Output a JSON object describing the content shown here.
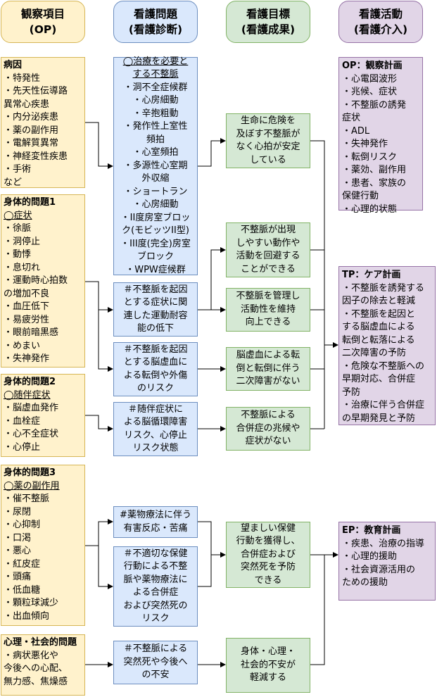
{
  "headers": {
    "op": [
      "観察項目",
      "(OP)"
    ],
    "problem": [
      "看護問題",
      "(看護診断)"
    ],
    "goal": [
      "看護目標",
      "(看護成果)"
    ],
    "action": [
      "看護活動",
      "(看護介入)"
    ]
  },
  "op_boxes": {
    "etiology": {
      "title": "病因",
      "lines": [
        "・特発性",
        "・先天性伝導路",
        "異常心疾患",
        "・内分泌疾患",
        "・薬の副作用",
        "・電解質異常",
        "・神経変性疾患",
        "・手術",
        "など"
      ]
    },
    "physical1": {
      "title": "身体的問題1",
      "subtitle": "◯症状",
      "lines": [
        "・徐脈",
        "・洞停止",
        "・動悸",
        "・息切れ",
        "・運動時心拍数",
        "の増加不良",
        "・血圧低下",
        "・易疲労性",
        "・眼前暗黒感",
        "・めまい",
        "・失神発作"
      ]
    },
    "physical2": {
      "title": "身体的問題2",
      "subtitle": "◯随伴症状",
      "lines": [
        "・脳虚血発作",
        "・血栓症",
        "・心不全症状",
        "・心停止"
      ]
    },
    "physical3": {
      "title": "身体的問題3",
      "subtitle": "◯薬の副作用",
      "lines": [
        "・催不整脈",
        "・尿閉",
        "・心抑制",
        "・口渇",
        "・悪心",
        "・紅皮症",
        "・頭痛",
        "・低血糖",
        "・顆粒球減少",
        "・出血傾向"
      ]
    },
    "psychosocial": {
      "title": "心理・社会的問題",
      "lines": [
        "・病状悪化や",
        "今後への心配、",
        "無力感、焦燥感"
      ]
    }
  },
  "problems": {
    "p1": [
      "◯治療を必要と",
      "する不整脈",
      "・洞不全症候群",
      "・心房細動",
      "・辛抱粗動",
      "・発作性上室性",
      "頻拍",
      "・心室頻拍",
      "・多源性心室期",
      "外収縮",
      "・ショートラン",
      "・心房細動",
      "・II度房室ブロッ",
      "ク(モビッツII型)",
      "・III度(完全)房室",
      "ブロック",
      "・WPW症候群"
    ],
    "p2": [
      "＃不整脈を起因",
      "とする症状に関",
      "連した運動耐容",
      "能の低下"
    ],
    "p3": [
      "＃不整脈を起因",
      "とする脳虚血に",
      "よる転倒や外傷",
      "のリスク"
    ],
    "p4": [
      "＃随伴症状に",
      "よる脳循環障害",
      "リスク、心停止",
      "リスク状態"
    ],
    "p5": [
      "#薬物療法に伴う",
      "有害反応・苦痛"
    ],
    "p6": [
      "＃不適切な保健",
      "行動による不整",
      "脈や薬物療法に",
      "よる合併症",
      "および突然死の",
      "リスク"
    ],
    "p7": [
      "＃不整脈による",
      "突然死や今後へ",
      "の不安"
    ]
  },
  "goals": {
    "g1": [
      "生命に危険を",
      "及ぼす不整脈が",
      "なく心拍が安定",
      "している"
    ],
    "g2": [
      "不整脈が出現",
      "しやすい動作や",
      "活動を回避する",
      "ことができる"
    ],
    "g3": [
      "不整脈を管理し",
      "活動性を維持",
      "向上できる"
    ],
    "g4": [
      "脳虚血による転",
      "倒と転倒に伴う",
      "二次障害がない"
    ],
    "g5": [
      "不整脈による",
      "合併症の兆候や",
      "症状がない"
    ],
    "g6": [
      "望ましい保健",
      "行動を獲得し、",
      "合併症および",
      "突然死を予防",
      "できる"
    ],
    "g7": [
      "身体・心理・",
      "社会的不安が",
      "軽減する"
    ]
  },
  "actions": {
    "op_plan": {
      "title": "OP：観察計画",
      "lines": [
        "・心電図波形",
        "・兆候、症状",
        "・不整脈の誘発",
        "症状",
        "・ADL",
        "・失神発作",
        "・転倒リスク",
        "・薬効、副作用",
        "・患者、家族の",
        "保健行動",
        "・心理的状態"
      ]
    },
    "tp_plan": {
      "title": "TP：ケア計画",
      "lines": [
        "・不整脈を誘発する",
        "因子の除去と軽減",
        "・不整脈を起因と",
        "する脳虚血による",
        "転倒と転落による",
        "二次障害の予防",
        "・危険な不整脈への",
        "早期対応、合併症",
        "予防",
        "・治療に伴う合併症",
        "の早期発見と予防"
      ]
    },
    "ep_plan": {
      "title": "EP：教育計画",
      "lines": [
        "・疾患、治療の指導",
        "・心理的援助",
        "・社会資源活用の",
        "ための援助"
      ]
    }
  }
}
